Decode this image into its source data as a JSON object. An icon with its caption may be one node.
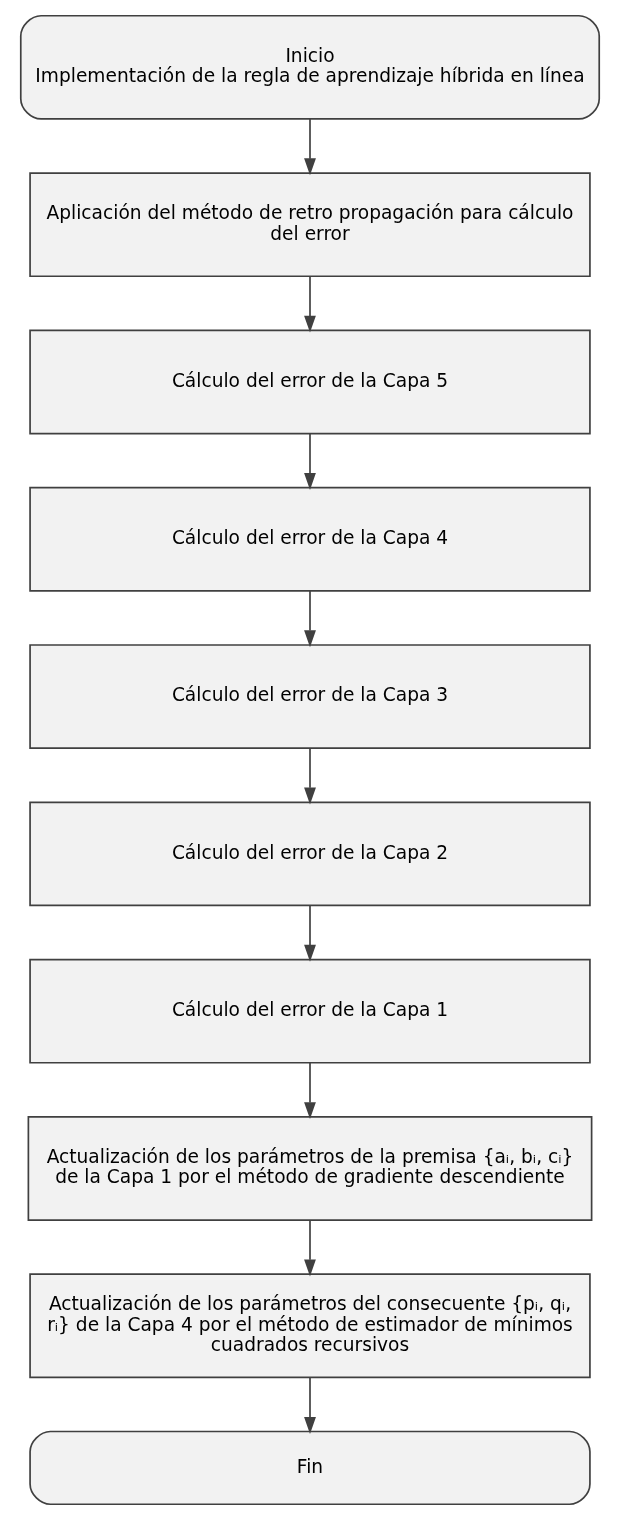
{
  "diagram": {
    "nodes": [
      {
        "text": [
          "Inicio",
          "Implementación de la regla de aprendizaje híbrida en línea"
        ]
      },
      {
        "text": [
          "Aplicación del método de retro propagación para cálculo del error"
        ]
      },
      {
        "text": [
          "Cálculo del error de la Capa 5"
        ]
      },
      {
        "text": [
          "Cálculo del error de la Capa 4"
        ]
      },
      {
        "text": [
          "Cálculo del error de la Capa 3"
        ]
      },
      {
        "text": [
          "Cálculo del error de la Capa 2"
        ]
      },
      {
        "text": [
          "Cálculo del error de la Capa 1"
        ]
      },
      {
        "text": [
          "Actualización de los parámetros de la premisa {aᵢ, bᵢ, cᵢ} de la Capa 1 por el método de gradiente descendiente"
        ]
      },
      {
        "text": [
          "Actualización de los parámetros del consecuente {pᵢ, qᵢ, rᵢ} de la Capa 4 por el método de estimador de mínimos cuadrados recursivos"
        ]
      },
      {
        "text": [
          "Fin"
        ]
      }
    ],
    "edges": [
      {
        "from": 0,
        "to": 1,
        "arrow": "to"
      },
      {
        "from": 1,
        "to": 2,
        "arrow": "to"
      },
      {
        "from": 2,
        "to": 3,
        "arrow": "to"
      },
      {
        "from": 3,
        "to": 4,
        "arrow": "to"
      },
      {
        "from": 4,
        "to": 5,
        "arrow": "to"
      },
      {
        "from": 5,
        "to": 6,
        "arrow": "to"
      },
      {
        "from": 6,
        "to": 7,
        "arrow": "to"
      },
      {
        "from": 7,
        "to": 8,
        "arrow": "to"
      },
      {
        "from": 8,
        "to": 9,
        "arrow": "to"
      }
    ]
  }
}
